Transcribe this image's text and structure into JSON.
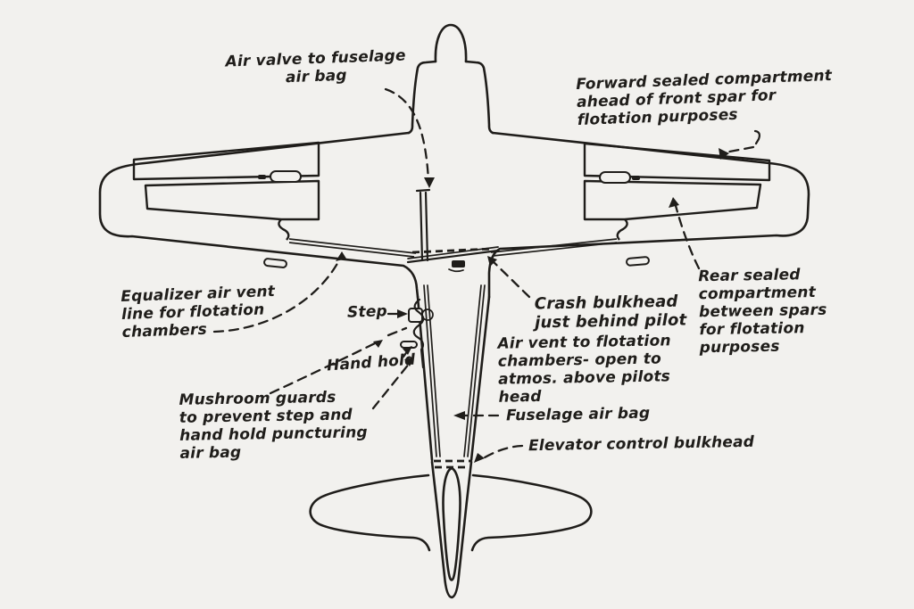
{
  "meta": {
    "ink_color": "#1f1d1a",
    "paper_color": "#f2f1ee"
  },
  "diagram": {
    "labels": {
      "air_valve": "Air valve to fuselage\nair bag",
      "forward_compartment": "Forward sealed compartment\nahead of front spar for\nflotation purposes",
      "equalizer_vent": "Equalizer air vent\nline for flotation\nchambers",
      "step": "Step",
      "hand_hold": "Hand hold",
      "mushroom_guards": "Mushroom guards\nto prevent step and\nhand hold puncturing\nair bag",
      "crash_bulkhead": "Crash bulkhead\njust behind pilot",
      "air_vent": "Air vent to flotation\nchambers- open to\natmos. above pilots\nhead",
      "rear_compartment": "Rear sealed\ncompartment\nbetween spars\nfor flotation\npurposes",
      "fuselage_air_bag": "Fuselage air bag",
      "elevator_bulkhead": "Elevator control bulkhead"
    }
  }
}
